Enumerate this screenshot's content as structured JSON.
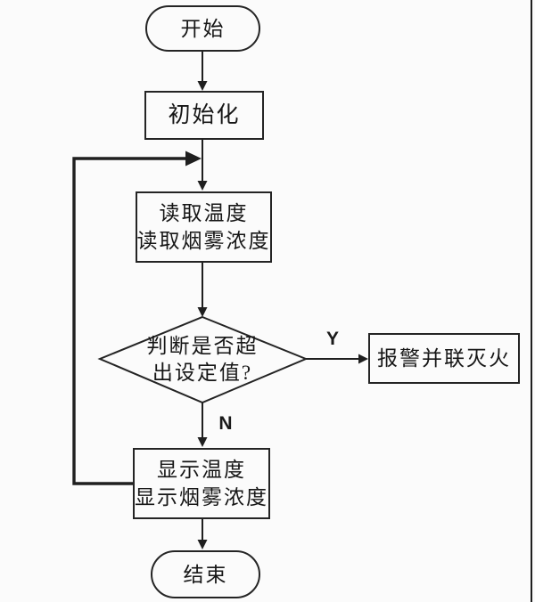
{
  "page": {
    "background": "#fbfbfb",
    "line_color": "#1f1f1f"
  },
  "flowchart": {
    "nodes": {
      "start": {
        "type": "terminator",
        "label": "开始"
      },
      "init": {
        "type": "process",
        "label": "初始化"
      },
      "read": {
        "type": "process",
        "line1": "读取温度",
        "line2": "读取烟雾浓度"
      },
      "decision": {
        "type": "decision",
        "line1": "判断是否超",
        "line2": "出设定值?"
      },
      "alarm": {
        "type": "process",
        "label": "报警并联灭火"
      },
      "display": {
        "type": "process",
        "line1": "显示温度",
        "line2": "显示烟雾浓度"
      },
      "end": {
        "type": "terminator",
        "label": "结束"
      }
    },
    "edge_labels": {
      "yes": "Y",
      "no": "N"
    }
  }
}
